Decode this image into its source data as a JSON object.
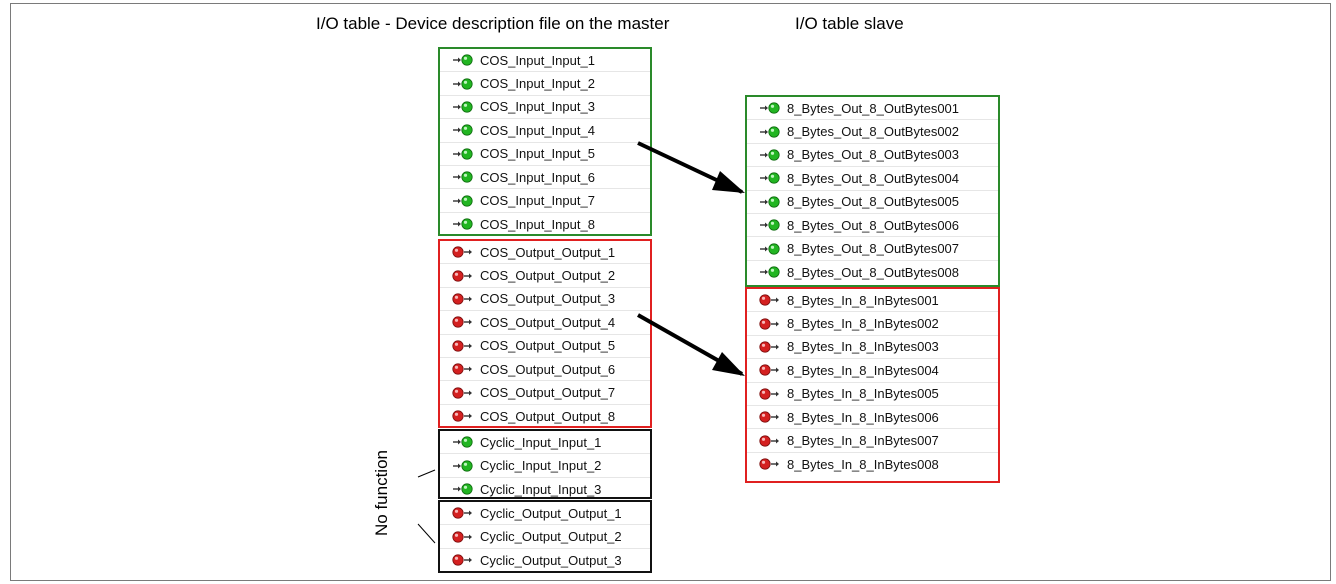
{
  "headings": {
    "master": "I/O table - Device description file on the master",
    "slave": "I/O table slave"
  },
  "note": "No function",
  "icons": {
    "input": "green-input-connector-icon",
    "output": "red-output-connector-icon"
  },
  "colors": {
    "input_group": "#2a8a2a",
    "output_group": "#e02020",
    "nofunc_group": "#111111",
    "input_dot": "#22b522",
    "output_dot": "#d42020"
  },
  "master": {
    "cos_inputs": [
      "COS_Input_Input_1",
      "COS_Input_Input_2",
      "COS_Input_Input_3",
      "COS_Input_Input_4",
      "COS_Input_Input_5",
      "COS_Input_Input_6",
      "COS_Input_Input_7",
      "COS_Input_Input_8"
    ],
    "cos_outputs": [
      "COS_Output_Output_1",
      "COS_Output_Output_2",
      "COS_Output_Output_3",
      "COS_Output_Output_4",
      "COS_Output_Output_5",
      "COS_Output_Output_6",
      "COS_Output_Output_7",
      "COS_Output_Output_8"
    ],
    "cyclic_inputs": [
      "Cyclic_Input_Input_1",
      "Cyclic_Input_Input_2",
      "Cyclic_Input_Input_3"
    ],
    "cyclic_outputs": [
      "Cyclic_Output_Output_1",
      "Cyclic_Output_Output_2",
      "Cyclic_Output_Output_3"
    ]
  },
  "slave": {
    "outputs": [
      "8_Bytes_Out_8_OutBytes001",
      "8_Bytes_Out_8_OutBytes002",
      "8_Bytes_Out_8_OutBytes003",
      "8_Bytes_Out_8_OutBytes004",
      "8_Bytes_Out_8_OutBytes005",
      "8_Bytes_Out_8_OutBytes006",
      "8_Bytes_Out_8_OutBytes007",
      "8_Bytes_Out_8_OutBytes008"
    ],
    "inputs": [
      "8_Bytes_In_8_InBytes001",
      "8_Bytes_In_8_InBytes002",
      "8_Bytes_In_8_InBytes003",
      "8_Bytes_In_8_InBytes004",
      "8_Bytes_In_8_InBytes005",
      "8_Bytes_In_8_InBytes006",
      "8_Bytes_In_8_InBytes007",
      "8_Bytes_In_8_InBytes008"
    ]
  }
}
